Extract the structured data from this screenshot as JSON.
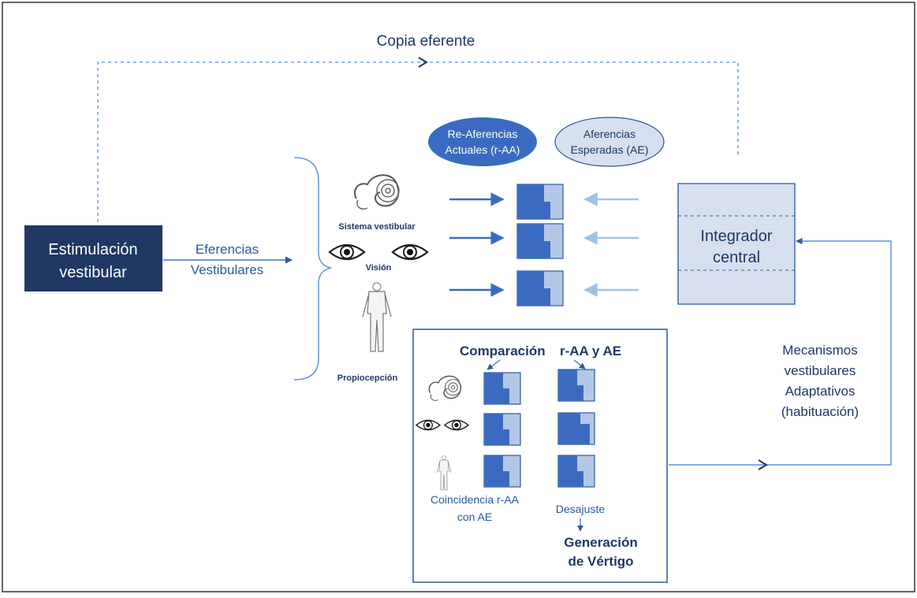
{
  "colors": {
    "frame": "#333333",
    "dark_navy": "#1f3864",
    "mid_blue": "#4472c4",
    "light_blue": "#b4c7e7",
    "pale_blue": "#d6e0f0",
    "text_blue": "#2a5a9a",
    "arrow_light": "#9dc3e6"
  },
  "feedback": {
    "label": "Copia eferente"
  },
  "stimulation": {
    "line1": "Estimulación",
    "line2": "vestibular"
  },
  "efferents": {
    "line1": "Eferencias",
    "line2": "Vestibulares"
  },
  "senses": {
    "vestibular": "Sistema vestibular",
    "vision": "Visión",
    "proprio": "Propiocepción"
  },
  "bubbles": {
    "actual": {
      "line1": "Re-Aferencias",
      "line2": "Actuales (r-AA)"
    },
    "expected": {
      "line1": "Aferencias",
      "line2": "Esperadas (AE)"
    }
  },
  "integrator": {
    "line1": "Integrador",
    "line2": "central"
  },
  "comparison": {
    "title_a": "Comparación",
    "title_b": "r-AA y AE",
    "match_line1": "Coincidencia r-AA",
    "match_line2": "con AE",
    "mismatch": "Desajuste",
    "vertigo_line1": "Generación",
    "vertigo_line2": "de Vértigo"
  },
  "adaptive": {
    "line1": "Mecanismos",
    "line2": "vestibulares",
    "line3": "Adaptativos",
    "line4": "(habituación)"
  },
  "icons": [
    "ear-icon",
    "eyes-icon",
    "body-icon",
    "match-square-icon",
    "mismatch-square-icon"
  ]
}
